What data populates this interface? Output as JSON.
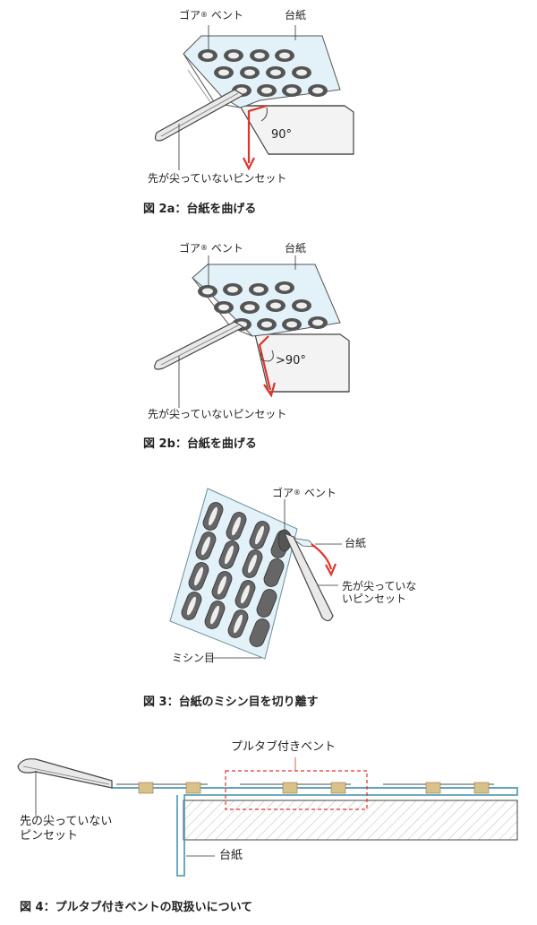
{
  "fig2a": {
    "label_vent": "ゴア",
    "label_vent_mark": "®",
    "label_vent_suffix": "ベント",
    "label_backing": "台紙",
    "label_tweezers": "先が尖っていないピンセット",
    "angle": "90°",
    "caption": "図 2a：台紙を曲げる"
  },
  "fig2b": {
    "label_vent": "ゴア",
    "label_vent_mark": "®",
    "label_vent_suffix": "ベント",
    "label_backing": "台紙",
    "label_tweezers": "先が尖っていないピンセット",
    "angle": ">90°",
    "caption": "図 2b：台紙を曲げる"
  },
  "fig3": {
    "label_vent": "ゴア",
    "label_vent_mark": "®",
    "label_vent_suffix": "ベント",
    "label_backing": "台紙",
    "label_tweezers_line1": "先が尖っていな",
    "label_tweezers_line2": "いピンセット",
    "label_perforation": "ミシン目",
    "caption": "図 3：台紙のミシン目を切り離す"
  },
  "fig4": {
    "label_pulltab": "プルタブ付きベント",
    "label_tweezers_line1": "先の尖っていない",
    "label_tweezers_line2": "ピンセット",
    "label_backing": "台紙",
    "caption": "図 4：プルタブ付きベントの取扱いについて"
  },
  "colors": {
    "arrow": "#e0332b",
    "sheet": "#dceff7",
    "sheet_edge": "#7fa8b8",
    "vent_dark": "#555555",
    "tan": "#d8c28a",
    "dash": "#e0332b"
  }
}
